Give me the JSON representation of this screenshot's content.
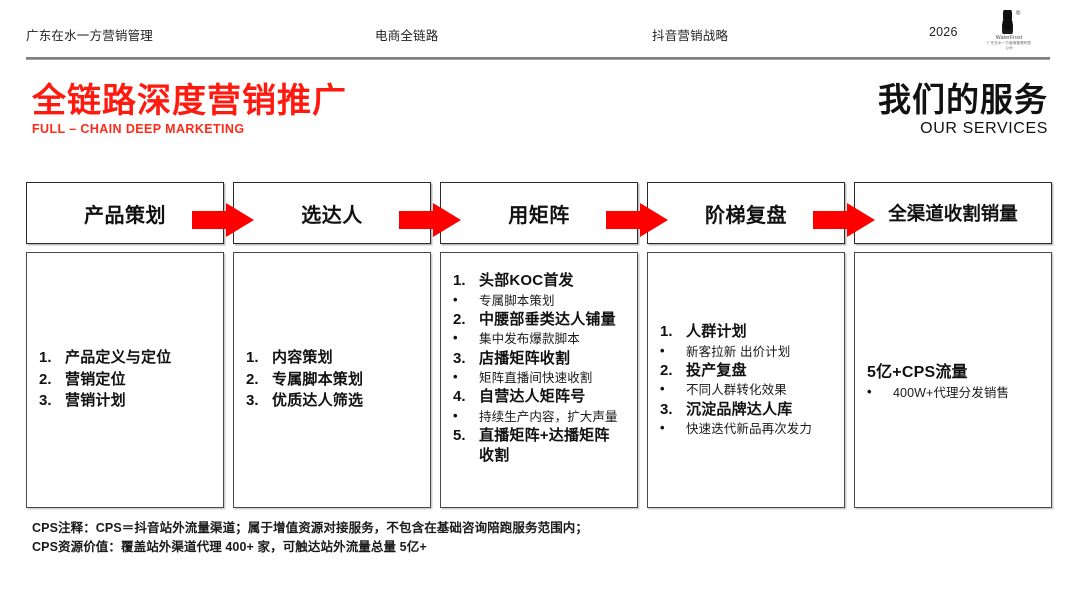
{
  "header": {
    "items": [
      "广东在水一方营销管理",
      "电商全链路",
      "抖音营销战略"
    ],
    "year": "2026",
    "logo": {
      "name": "WaterFrost",
      "sub": "广东在水一方营销管理有限公司"
    }
  },
  "title": {
    "left_cn": "全链路深度营销推广",
    "left_en": "FULL – CHAIN DEEP MARKETING",
    "right_cn": "我们的服务",
    "right_en": "OUR SERVICES",
    "accent_color": "#FF1A10",
    "arrow_color": "#FF0000"
  },
  "columns": [
    {
      "head": "产品策划",
      "align": "center",
      "items": [
        {
          "marker": "1.",
          "text": "产品定义与定位",
          "level": "main"
        },
        {
          "marker": "2.",
          "text": "营销定位",
          "level": "main"
        },
        {
          "marker": "3.",
          "text": "营销计划",
          "level": "main"
        }
      ]
    },
    {
      "head": "选达人",
      "align": "center",
      "items": [
        {
          "marker": "1.",
          "text": "内容策划",
          "level": "main"
        },
        {
          "marker": "2.",
          "text": "专属脚本策划",
          "level": "main"
        },
        {
          "marker": "3.",
          "text": "优质达人筛选",
          "level": "main"
        }
      ]
    },
    {
      "head": "用矩阵",
      "align": "top",
      "items": [
        {
          "marker": "1.",
          "text": "头部KOC首发",
          "level": "main"
        },
        {
          "marker": "•",
          "text": "专属脚本策划",
          "level": "sub"
        },
        {
          "marker": "2.",
          "text": "中腰部垂类达人铺量",
          "level": "main"
        },
        {
          "marker": "•",
          "text": "集中发布爆款脚本",
          "level": "sub"
        },
        {
          "marker": "3.",
          "text": "店播矩阵收割",
          "level": "main"
        },
        {
          "marker": "•",
          "text": "矩阵直播间快速收割",
          "level": "sub"
        },
        {
          "marker": "4.",
          "text": "自营达人矩阵号",
          "level": "main"
        },
        {
          "marker": "•",
          "text": "持续生产内容，扩大声量",
          "level": "sub"
        },
        {
          "marker": "5.",
          "text": "直播矩阵+达播矩阵",
          "text2": "收割",
          "level": "main"
        }
      ]
    },
    {
      "head": "阶梯复盘",
      "align": "center",
      "items": [
        {
          "marker": "1.",
          "text": "人群计划",
          "level": "main"
        },
        {
          "marker": "•",
          "text": "新客拉新 出价计划",
          "level": "sub"
        },
        {
          "marker": "2.",
          "text": "投产复盘",
          "level": "main"
        },
        {
          "marker": "•",
          "text": "不同人群转化效果",
          "level": "sub"
        },
        {
          "marker": "3.",
          "text": "沉淀品牌达人库",
          "level": "main"
        },
        {
          "marker": "•",
          "text": "快速迭代新品再次发力",
          "level": "sub"
        }
      ]
    },
    {
      "head": "全渠道收割销量",
      "align": "center",
      "plain_head": "5亿+CPS流量",
      "items": [
        {
          "marker": "•",
          "text": "400W+代理分发销售",
          "level": "sub"
        }
      ]
    }
  ],
  "notes": [
    "CPS注释：CPS＝抖音站外流量渠道；属于增值资源对接服务，不包含在基础咨询陪跑服务范围内；",
    "CPS资源价值：覆盖站外渠道代理 400+ 家，可触达站外流量总量 5亿+"
  ]
}
